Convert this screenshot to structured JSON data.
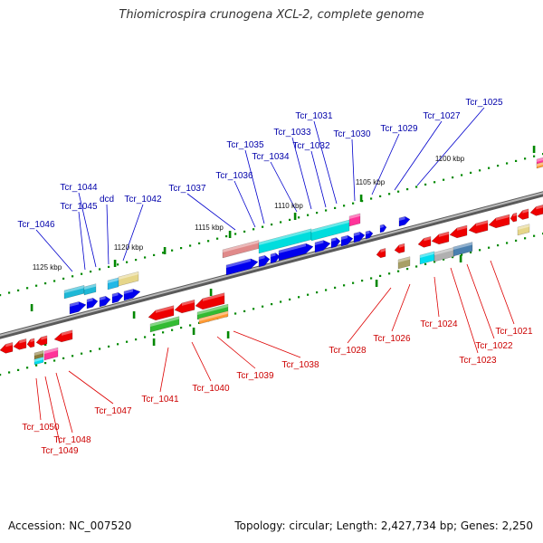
{
  "title": "Thiomicrospira crunogena XCL-2, complete genome",
  "footer": {
    "accession": "Accession: NC_007520",
    "topology": "Topology: circular; Length: 2,427,734 bp; Genes: 2,250"
  },
  "colors": {
    "forward_gene": "#0000ee",
    "reverse_gene": "#ee0000",
    "backbone": "#808080",
    "forward_label": "#0000aa",
    "reverse_label": "#cc0000",
    "tick": "#008800"
  },
  "scale_labels": [
    "1100 kbp",
    "1105 kbp",
    "1110 kbp",
    "1115 kbp",
    "1120 kbp",
    "1125 kbp"
  ],
  "forward_labels": [
    "Tcr_1025",
    "Tcr_1027",
    "Tcr_1029",
    "Tcr_1030",
    "Tcr_1031",
    "Tcr_1032",
    "Tcr_1033",
    "Tcr_1034",
    "Tcr_1035",
    "Tcr_1036",
    "Tcr_1037",
    "Tcr_1042",
    "dcd",
    "Tcr_1044",
    "Tcr_1045",
    "Tcr_1046"
  ],
  "reverse_labels": [
    "Tcr_1021",
    "Tcr_1022",
    "Tcr_1023",
    "Tcr_1024",
    "Tcr_1026",
    "Tcr_1028",
    "Tcr_1038",
    "Tcr_1039",
    "Tcr_1040",
    "Tcr_1041",
    "Tcr_1047",
    "Tcr_1048",
    "Tcr_1049",
    "Tcr_1050"
  ]
}
